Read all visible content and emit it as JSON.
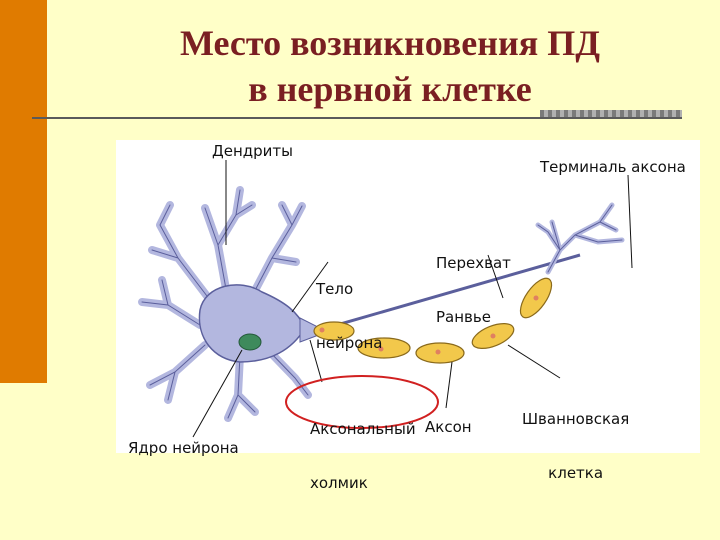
{
  "title": {
    "line1": "Место возникновения ПД",
    "line2": "в нервной клетке"
  },
  "labels": {
    "dendrites": "Дендриты",
    "axon_terminal": "Терминаль аксона",
    "node_ranvier_1": "Перехват",
    "node_ranvier_2": "Ранвье",
    "cell_body_1": "Тело",
    "cell_body_2": "нейрона",
    "axon_hillock_1": "Аксональный",
    "axon_hillock_2": "холмик",
    "axon": "Аксон",
    "schwann_1": "Шванновская",
    "schwann_2": "клетка",
    "nucleus": "Ядро нейрона"
  },
  "colors": {
    "side_bar": "#e07b00",
    "title": "#7a1f22",
    "background": "#ffffc8",
    "neuron_fill": "#b3b7df",
    "neuron_stroke": "#5b5f9c",
    "nucleus": "#3e8a5c",
    "myelin_fill": "#f2c84b",
    "myelin_stroke": "#8a6a1c",
    "hillock_ring": "#d12020"
  }
}
